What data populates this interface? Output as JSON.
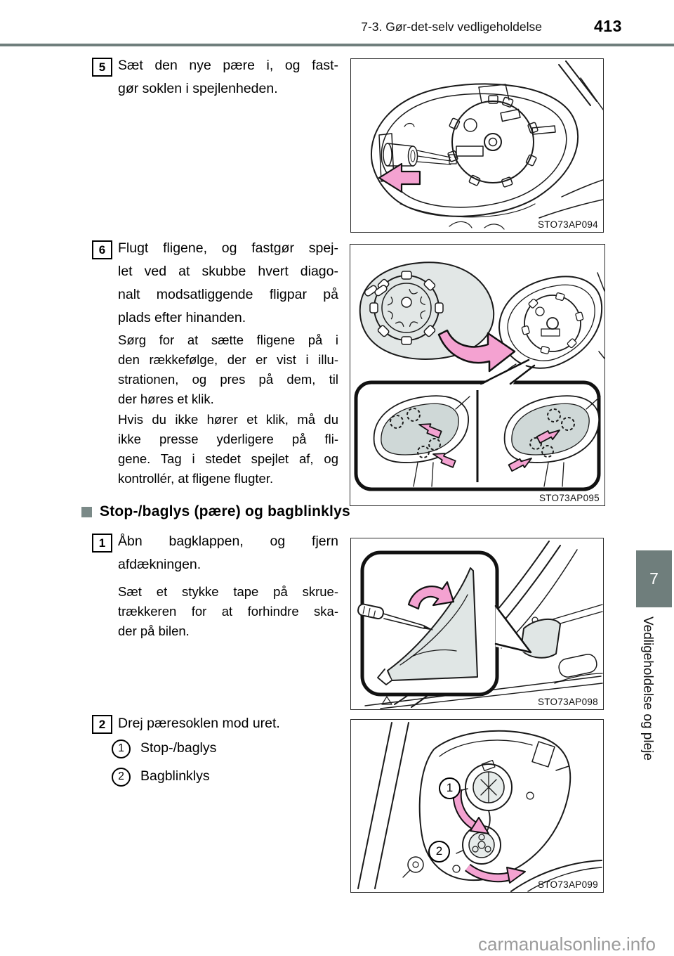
{
  "header": {
    "section_title": "7-3. Gør-det-selv vedligeholdelse",
    "page_number": "413"
  },
  "step5": {
    "number": "5",
    "lines": [
      "Sæt den nye pære i, og fast-",
      "gør soklen i spejlenheden."
    ]
  },
  "step6": {
    "number": "6",
    "lines": [
      "Flugt fligene, og fastgør spej-",
      "let ved at skubbe hvert diago-",
      "nalt modsatliggende fligpar på",
      "plads efter hinanden."
    ],
    "para1_lines": [
      "Sørg for at sætte fligene på i",
      "den rækkefølge, der er vist i illu-",
      "strationen, og pres på dem, til",
      "der høres et klik."
    ],
    "para2_lines": [
      "Hvis du ikke hører et klik, må du",
      "ikke presse yderligere på fli-",
      "gene. Tag i stedet spejlet af, og",
      "kontrollér, at fligene flugter."
    ]
  },
  "section2": {
    "title": "Stop-/baglys (pære) og bagblinklys"
  },
  "step1": {
    "number": "1",
    "lines": [
      "Åbn bagklappen, og fjern",
      "afdækningen."
    ],
    "para_lines": [
      "Sæt et stykke tape på skrue-",
      "trækkeren for at forhindre ska-",
      "der på bilen."
    ]
  },
  "step2": {
    "number": "2",
    "text": "Drej pæresoklen mod uret.",
    "items": [
      {
        "num": "1",
        "label": "Stop-/baglys"
      },
      {
        "num": "2",
        "label": "Bagblinklys"
      }
    ]
  },
  "figures": {
    "fig094": "STO73AP094",
    "fig095": "STO73AP095",
    "fig098": "STO73AP098",
    "fig099": "STO73AP099"
  },
  "sidebar": {
    "chapter_number": "7",
    "chapter_label": "Vedligeholdelse og pleje"
  },
  "watermark": "carmanualsonline.info",
  "colors": {
    "accent_pink": "#f4a2d1",
    "slate": "#6f7e7c",
    "glass_gray": "#cfd8d7",
    "panel_gray": "#e2e7e6"
  }
}
